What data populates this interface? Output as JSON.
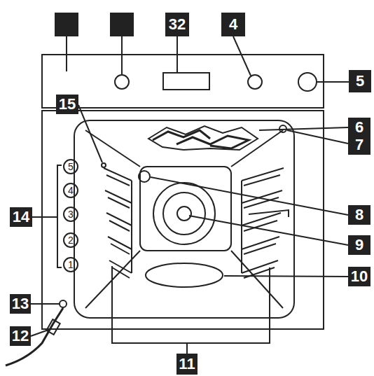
{
  "diagram": {
    "labels": [
      "32",
      "4",
      "5",
      "6",
      "7",
      "15",
      "14",
      "8",
      "9",
      "10",
      "13",
      "12",
      "11",
      "5",
      "4",
      "3",
      "2",
      "1"
    ]
  }
}
